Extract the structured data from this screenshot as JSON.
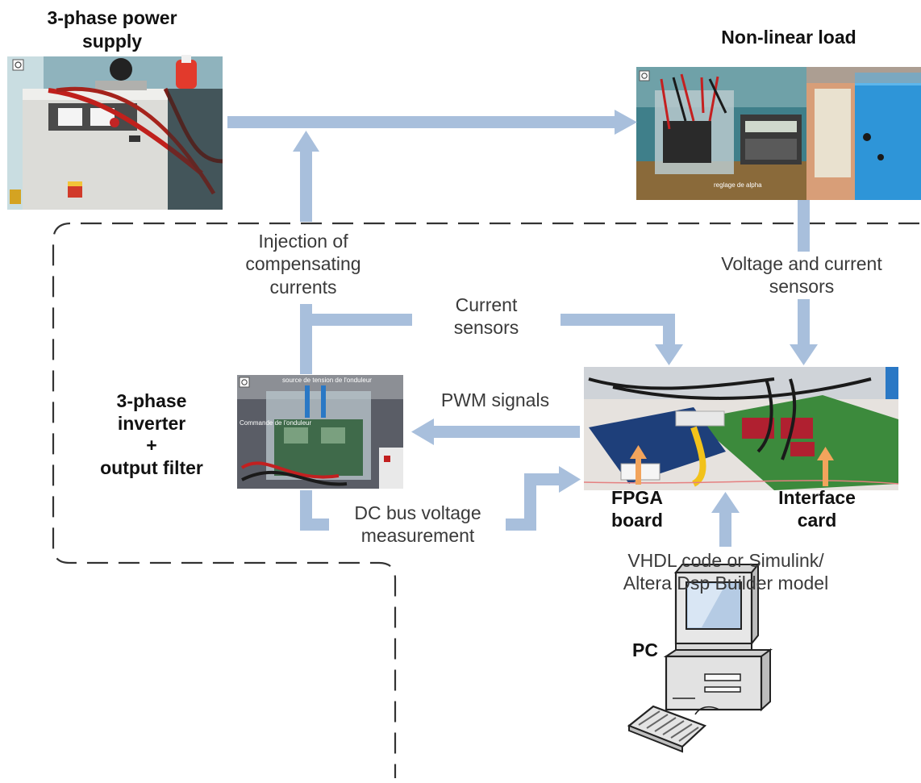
{
  "colors": {
    "arrow": "#a8bfdc",
    "marker_arrow": "#f2a45c",
    "dashed_border": "#333333",
    "label_text": "#3a3a3a",
    "title_text": "#111111"
  },
  "blocks": {
    "power_supply": {
      "title_line1": "3-phase power",
      "title_line2": "supply"
    },
    "load": {
      "title": "Non-linear load",
      "photo_caption": "reglage de alpha"
    },
    "inverter": {
      "title_line1": "3-phase",
      "title_line2": "inverter",
      "title_line3": "+",
      "title_line4": "output filter",
      "photo_caption_top": "source de tension de l'onduleur",
      "photo_caption_left": "Commande de l'onduleur"
    },
    "fpga_board": {
      "line1": "FPGA",
      "line2": "board"
    },
    "interface_card": {
      "line1": "Interface",
      "line2": "card"
    },
    "pc": {
      "title": "PC"
    }
  },
  "labels": {
    "injection": [
      "Injection of",
      "compensating",
      "currents"
    ],
    "voltage_current_sensors": [
      "Voltage and current",
      "sensors"
    ],
    "current_sensors": [
      "Current",
      "sensors"
    ],
    "pwm_signals": "PWM signals",
    "dc_bus": [
      "DC bus voltage",
      "measurement"
    ],
    "vhdl": [
      "VHDL code or Simulink/",
      "Altera Dsp Builder model"
    ]
  },
  "icons": [
    "photo-badge-icon",
    "arrow-head-icon",
    "computer-icon"
  ]
}
